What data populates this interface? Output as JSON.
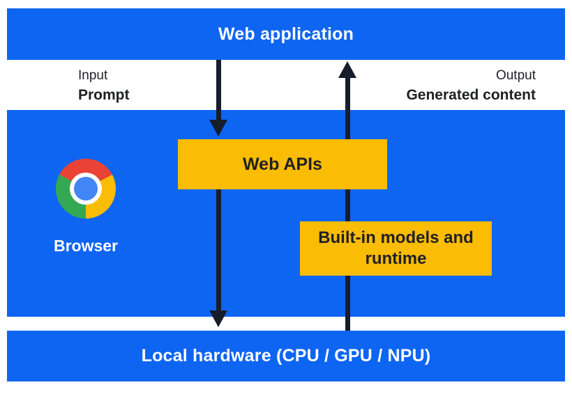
{
  "colors": {
    "blue": "#0d65f2",
    "yellow": "#fbbc04",
    "arrow": "#161d2b",
    "dark_text": "#202124",
    "white": "#ffffff",
    "chrome_red": "#ea4335",
    "chrome_yellow": "#fbbc04",
    "chrome_green": "#34a853",
    "chrome_blue": "#4285f4"
  },
  "top_bar": {
    "label": "Web application"
  },
  "flow_labels": {
    "input_caption": "Input",
    "input_label": "Prompt",
    "output_caption": "Output",
    "output_label": "Generated content"
  },
  "browser_block": {
    "browser_label": "Browser",
    "web_apis_label": "Web APIs",
    "builtin_label": "Built-in models and runtime"
  },
  "bottom_bar": {
    "label": "Local hardware (CPU / GPU / NPU)"
  }
}
